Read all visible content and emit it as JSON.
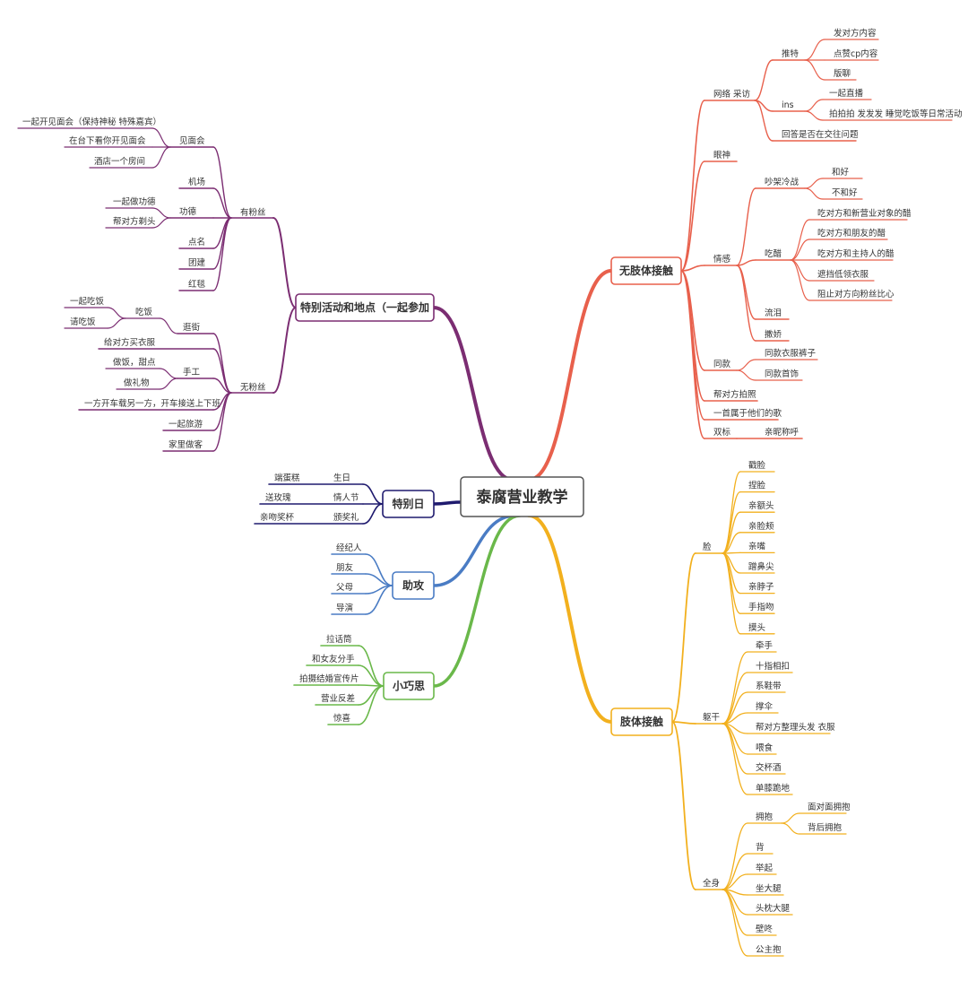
{
  "center": "泰腐营业教学",
  "colors": {
    "red": "#E8604C",
    "yellow": "#F2B01E",
    "purple": "#7B2D72",
    "navy": "#1F1A6E",
    "blue": "#4A7CC4",
    "green": "#6AB84A"
  },
  "branches": {
    "no_contact": {
      "label": "无肢体接触",
      "network": "网络 采访",
      "twitter": "推特",
      "tw1": "发对方内容",
      "tw2": "点赞cp内容",
      "tw3": "版聊",
      "ins": "ins",
      "ins1": "一起直播",
      "ins2": "拍拍拍 发发发 睡觉吃饭等日常活动",
      "answer": "回答是否在交往问题",
      "eyes": "眼神",
      "emotion": "情感",
      "quarrel": "吵架冷战",
      "q1": "和好",
      "q2": "不和好",
      "jealous": "吃醋",
      "j1": "吃对方和新营业对象的醋",
      "j2": "吃对方和朋友的醋",
      "j3": "吃对方和主持人的醋",
      "j4": "遮挡低领衣服",
      "j5": "阻止对方向粉丝比心",
      "tears": "流泪",
      "coquet": "撒娇",
      "same": "同款",
      "s1": "同款衣服裤子",
      "s2": "同款首饰",
      "photo": "帮对方拍照",
      "song": "一首属于他们的歌",
      "double": "双标",
      "nickname": "亲昵称呼"
    },
    "contact": {
      "label": "肢体接触",
      "face": "脸",
      "f1": "戳脸",
      "f2": "捏脸",
      "f3": "亲额头",
      "f4": "亲脸颊",
      "f5": "亲嘴",
      "f6": "蹭鼻尖",
      "f7": "亲脖子",
      "f8": "手指吻",
      "f9": "摸头",
      "torso": "躯干",
      "t1": "牵手",
      "t2": "十指相扣",
      "t3": "系鞋带",
      "t4": "撑伞",
      "t5": "帮对方整理头发 衣服",
      "t6": "喂食",
      "t7": "交杯酒",
      "t8": "单膝跪地",
      "body": "全身",
      "hug": "拥抱",
      "h1": "面对面拥抱",
      "h2": "背后拥抱",
      "b1": "背",
      "b2": "举起",
      "b3": "坐大腿",
      "b4": "头枕大腿",
      "b5": "壁咚",
      "b6": "公主抱"
    },
    "activities": {
      "label": "特别活动和地点（一起参加",
      "with_fans": "有粉丝",
      "meet": "见面会",
      "m1": "一起开见面会（保持神秘 特殊嘉宾）",
      "m2": "在台下看你开见面会",
      "m3": "酒店一个房间",
      "airport": "机场",
      "merit": "功德",
      "mer1": "一起做功德",
      "mer2": "帮对方剃头",
      "rollcall": "点名",
      "team": "团建",
      "carpet": "红毯",
      "no_fans": "无粉丝",
      "shop": "逛街",
      "eat": "吃饭",
      "e1": "一起吃饭",
      "e2": "请吃饭",
      "buy": "给对方买衣服",
      "craft": "手工",
      "c1": "做饭，甜点",
      "c2": "做礼物",
      "drive": "一方开车载另一方，开车接送上下班",
      "travel": "一起旅游",
      "guest": "家里做客"
    },
    "special_day": {
      "label": "特别日",
      "birthday": "生日",
      "cake": "端蛋糕",
      "valentine": "情人节",
      "rose": "送玫瑰",
      "award": "颁奖礼",
      "kiss": "亲吻奖杯"
    },
    "assist": {
      "label": "助攻",
      "a1": "经纪人",
      "a2": "朋友",
      "a3": "父母",
      "a4": "导演"
    },
    "tips": {
      "label": "小巧思",
      "p1": "拉话筒",
      "p2": "和女友分手",
      "p3": "拍摄结婚宣传片",
      "p4": "营业反差",
      "p5": "惊喜"
    }
  }
}
